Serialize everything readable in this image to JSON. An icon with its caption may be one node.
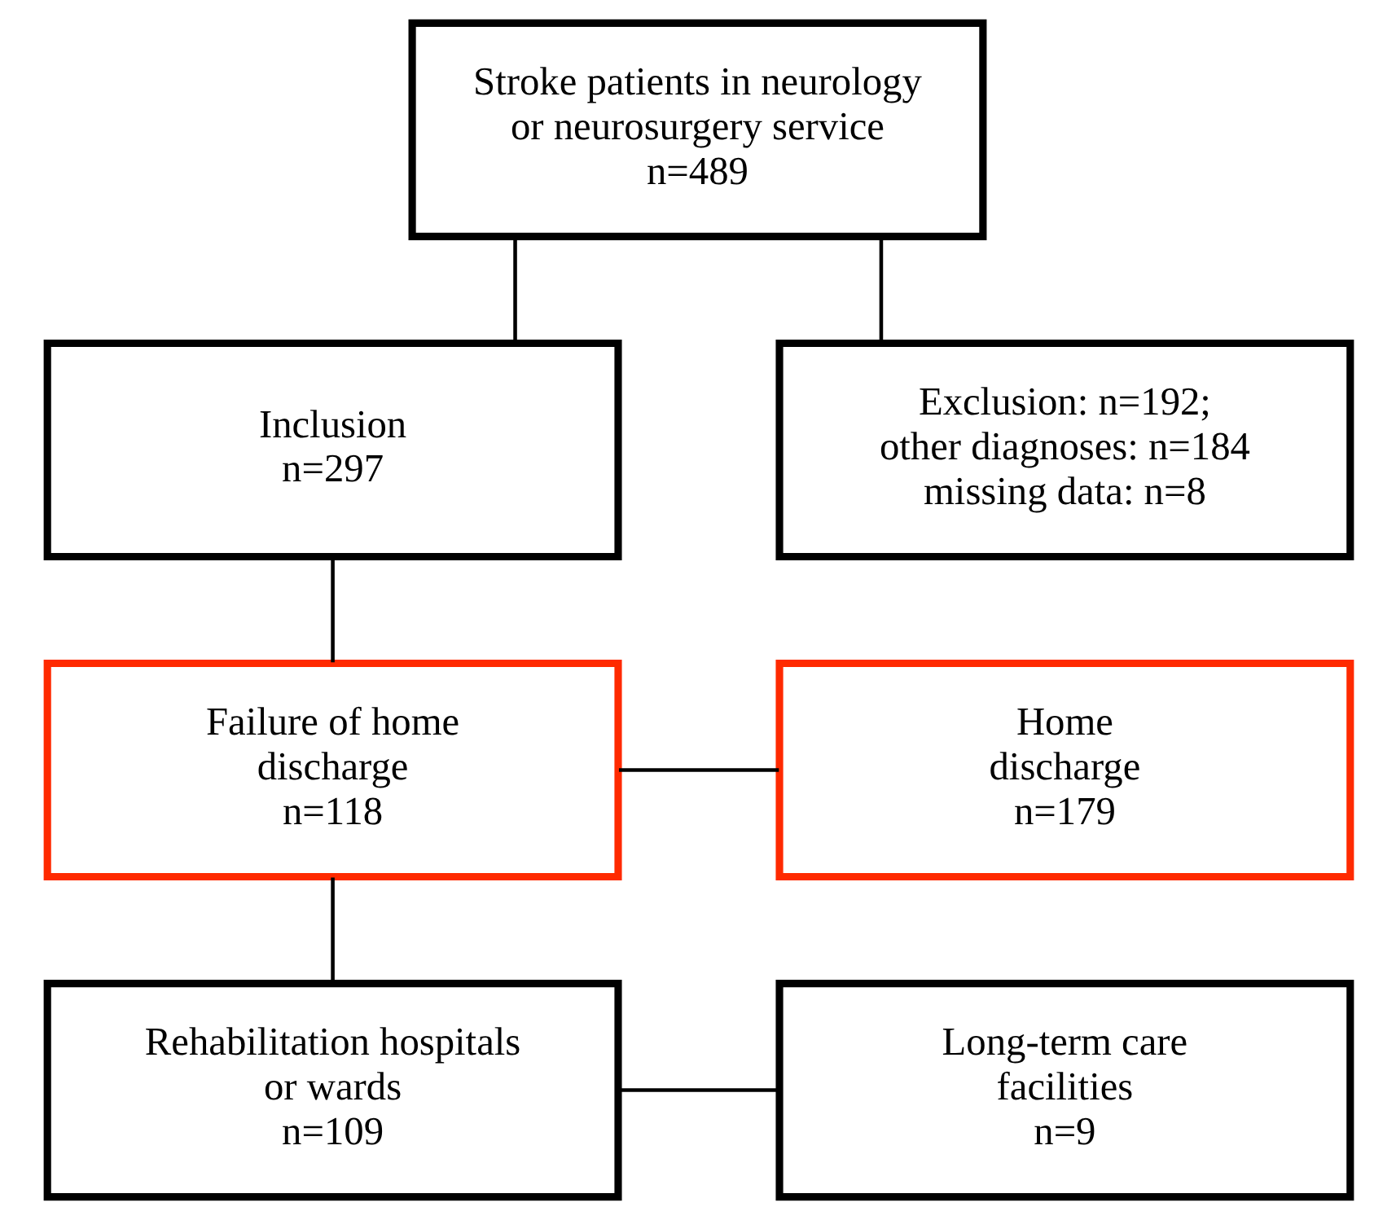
{
  "diagram": {
    "nodes": [
      {
        "text": [
          "Stroke patients in neurology or neurosurgery service",
          "n=489"
        ]
      },
      {
        "text": [
          "Inclusion",
          "n=297"
        ]
      },
      {
        "text": [
          "Exclusion: n=192;",
          "other diagnoses: n=184",
          "missing data: n=8"
        ]
      },
      {
        "text": [
          "Failure of home discharge",
          "n=118"
        ]
      },
      {
        "text": [
          "Home discharge",
          "n=179"
        ]
      },
      {
        "text": [
          "Rehabilitation hospitals or wards",
          "n=109"
        ]
      },
      {
        "text": [
          "Long-term care facilities",
          "n=9"
        ]
      }
    ],
    "edges": [
      {
        "from": 0,
        "to": 1,
        "arrow": "none"
      },
      {
        "from": 0,
        "to": 2,
        "arrow": "none"
      },
      {
        "from": 1,
        "to": 3,
        "arrow": "none"
      },
      {
        "from": 3,
        "to": 4,
        "arrow": "none"
      },
      {
        "from": 3,
        "to": 5,
        "arrow": "none"
      },
      {
        "from": 5,
        "to": 6,
        "arrow": "none"
      }
    ]
  }
}
